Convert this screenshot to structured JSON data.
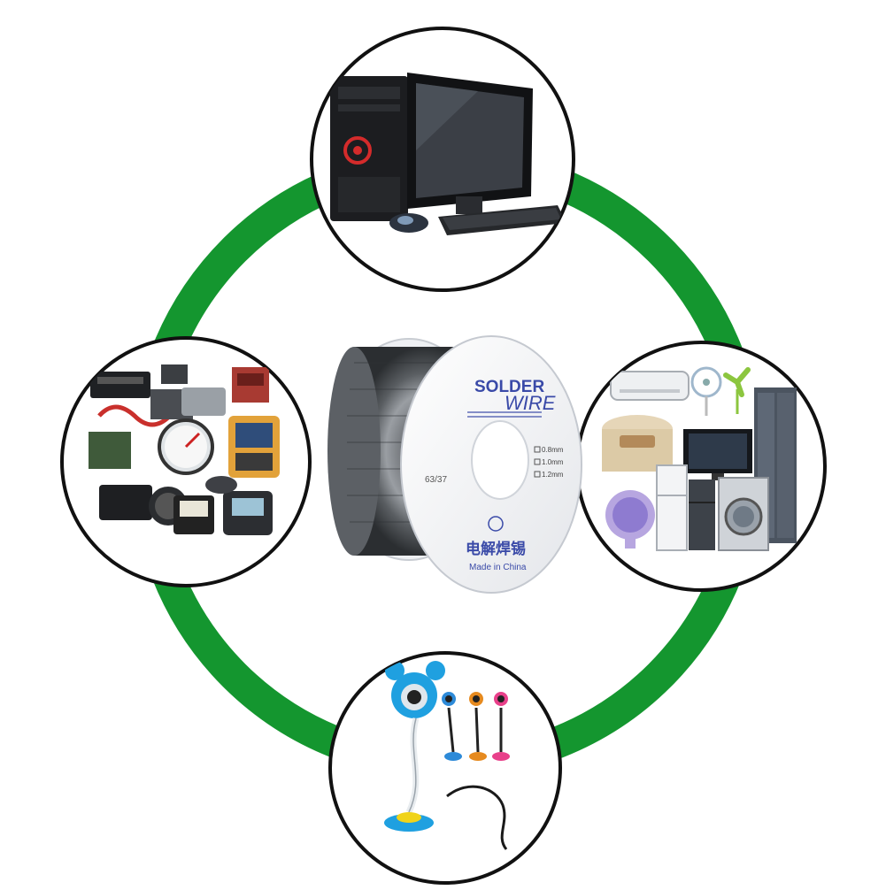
{
  "colors": {
    "ring": "#14962f",
    "bubble_border": "#111111",
    "spool_print": "#3a4aa8",
    "wire": "#6d7176"
  },
  "spool": {
    "brand_line1": "SOLDER",
    "brand_line2": "WIRE",
    "alloy": "63/37",
    "diameters": [
      "0.8mm",
      "1.0mm",
      "1.2mm"
    ],
    "chinese_label": "电解焊锡",
    "origin": "Made in China"
  },
  "bubbles": {
    "top": "computer-desktop-icon",
    "left": "electronic-instruments-icon",
    "right": "home-appliances-icon",
    "bottom": "webcam-icon"
  }
}
